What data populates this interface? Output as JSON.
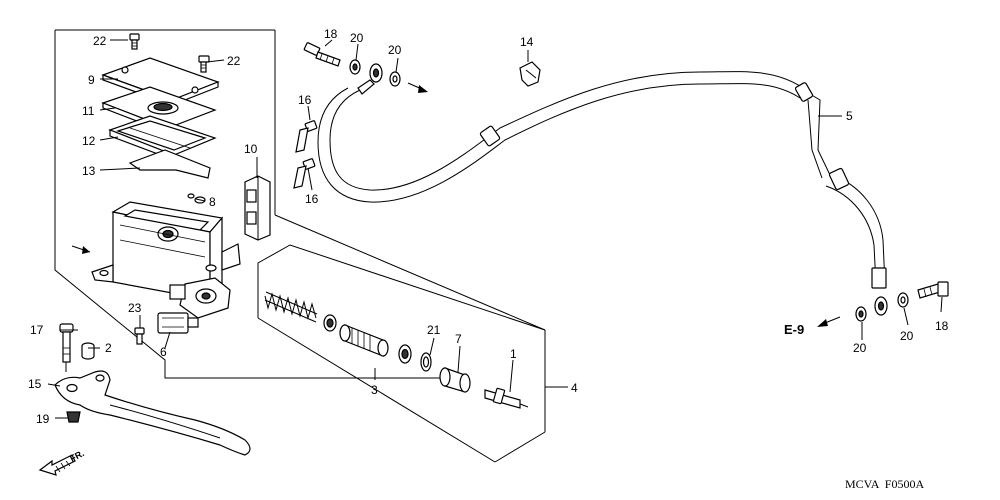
{
  "callouts": {
    "c22a": "22",
    "c22b": "22",
    "c9": "9",
    "c11": "11",
    "c12": "12",
    "c13": "13",
    "c8": "8",
    "c10": "10",
    "c18a": "18",
    "c20a": "20",
    "c20b": "20",
    "c14": "14",
    "c16a": "16",
    "c16b": "16",
    "c5": "5",
    "c17": "17",
    "c2": "2",
    "c23": "23",
    "c6": "6",
    "c15": "15",
    "c19": "19",
    "c21": "21",
    "c7": "7",
    "c1": "1",
    "c3": "3",
    "c4": "4",
    "c20c": "20",
    "c20d": "20",
    "c18b": "18"
  },
  "reference": {
    "label": "E-9"
  },
  "front_marker": {
    "label": "FR."
  },
  "diagram_code": "MCVA  F0500A"
}
